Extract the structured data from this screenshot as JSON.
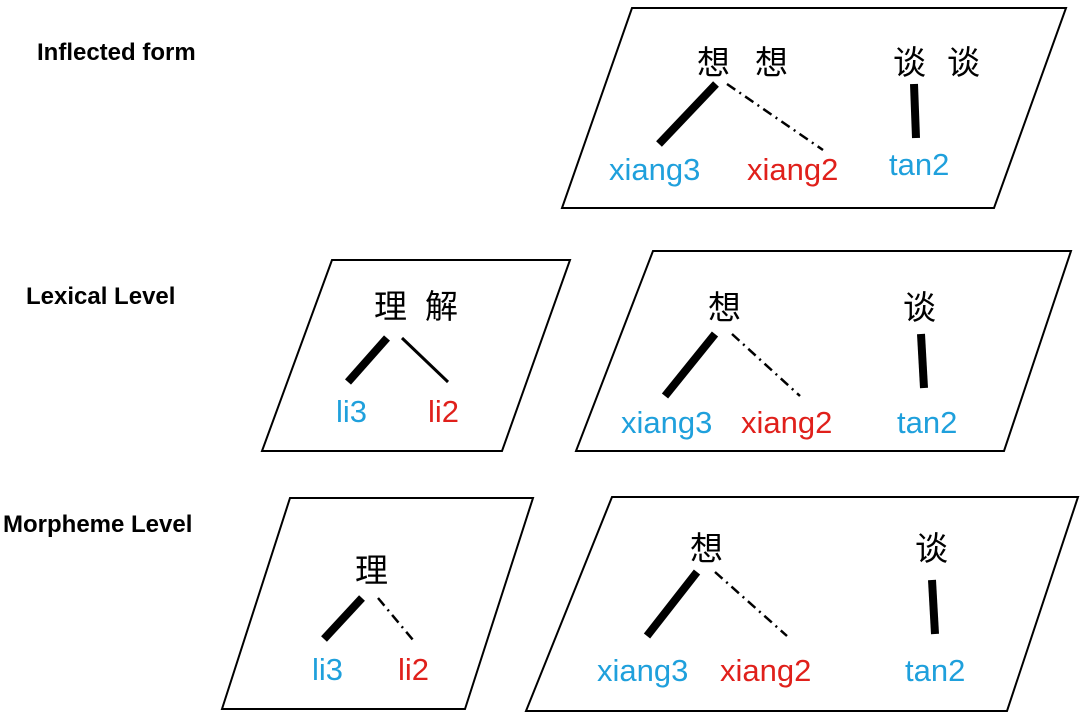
{
  "levels": {
    "inflected": {
      "label": "Inflected form",
      "char1": "想",
      "char2": "想",
      "char3": "谈",
      "char4": "谈",
      "reading1": "xiang3",
      "reading2": "xiang2",
      "reading3": "tan2"
    },
    "lexical": {
      "label": "Lexical Level",
      "left": {
        "char1": "理",
        "char2": "解",
        "reading1": "li3",
        "reading2": "li2"
      },
      "right": {
        "char1": "想",
        "char2": "谈",
        "reading1": "xiang3",
        "reading2": "xiang2",
        "reading3": "tan2"
      }
    },
    "morpheme": {
      "label": "Morpheme Level",
      "left": {
        "char1": "理",
        "reading1": "li3",
        "reading2": "li2"
      },
      "right": {
        "char1": "想",
        "char2": "谈",
        "reading1": "xiang3",
        "reading2": "xiang2",
        "reading3": "tan2"
      }
    }
  },
  "colors": {
    "blue": "#1fa0dc",
    "red": "#e0201b",
    "line": "#000000"
  }
}
